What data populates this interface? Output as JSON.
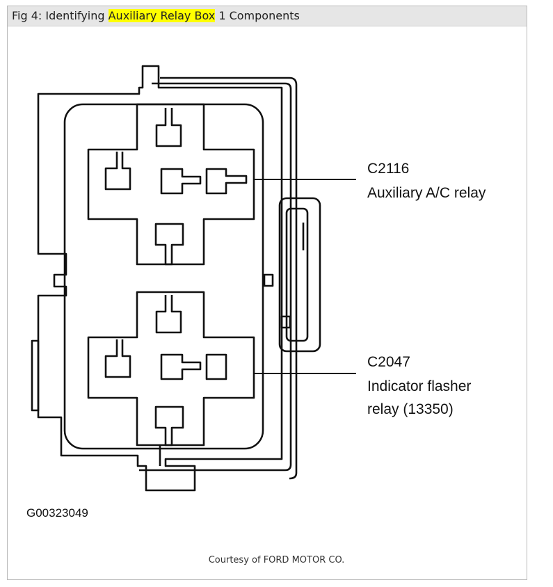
{
  "caption": {
    "prefix": "Fig 4: Identifying ",
    "highlight": "Auxiliary Relay Box",
    "suffix": " 1 Components",
    "highlight_color": "#ffff00"
  },
  "callouts": [
    {
      "code": "C2116",
      "name_lines": [
        "Auxiliary A/C relay"
      ]
    },
    {
      "code": "C2047",
      "name_lines": [
        "Indicator flasher",
        "relay (13350)"
      ]
    }
  ],
  "figure_code": "G00323049",
  "credit": "Courtesy of FORD MOTOR CO."
}
